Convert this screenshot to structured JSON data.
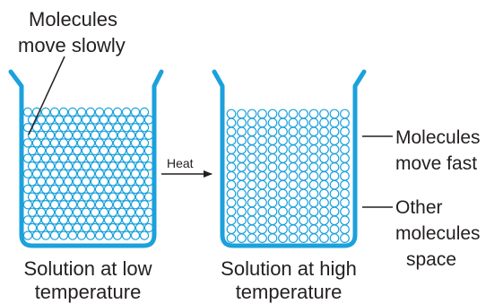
{
  "diagram": {
    "colors": {
      "beaker": "#1ba1dc",
      "molecule": "#1ba1dc",
      "text": "#231f20",
      "line": "#231f20"
    },
    "labels": {
      "slow_line1": "Molecules",
      "slow_line2": "move slowly",
      "arrow_label": "Heat",
      "fast_line1": "Molecules",
      "fast_line2": "move fast",
      "space_line1": "Other",
      "space_line2": "molecules",
      "space_line3": "space",
      "caption_low_line1": "Solution at low",
      "caption_low_line2": "temperature",
      "caption_high_line1": "Solution at high",
      "caption_high_line2": "temperature"
    }
  }
}
